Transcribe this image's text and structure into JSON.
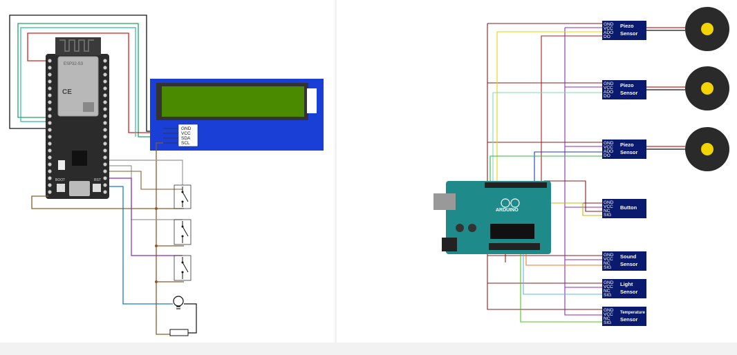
{
  "left_diagram": {
    "lcd_pins": [
      "GND",
      "VCC",
      "SDA",
      "SCL"
    ],
    "esp_chip_label": "ESP32-S3",
    "ce_mark": "CE",
    "boot_label": "BOOT",
    "rst_label": "RST"
  },
  "right_diagram": {
    "arduino_label": "ARDUINO",
    "modules": [
      {
        "pins": [
          "GND",
          "VCC",
          "ADO",
          "DO"
        ],
        "title": "Piezo",
        "subtitle": "Sensor"
      },
      {
        "pins": [
          "GND",
          "VCC",
          "ADO",
          "DO"
        ],
        "title": "Piezo",
        "subtitle": "Sensor"
      },
      {
        "pins": [
          "GND",
          "VCC",
          "ADO",
          "DO"
        ],
        "title": "Piezo",
        "subtitle": "Sensor"
      },
      {
        "pins": [
          "GND",
          "VCC",
          "NC",
          "SIG"
        ],
        "title": "Button",
        "subtitle": ""
      },
      {
        "pins": [
          "GND",
          "VCC",
          "NC",
          "SIG"
        ],
        "title": "Sound",
        "subtitle": "Sensor"
      },
      {
        "pins": [
          "GND",
          "VCC",
          "NC",
          "SIG"
        ],
        "title": "Light",
        "subtitle": "Sensor"
      },
      {
        "pins": [
          "GND",
          "VCC",
          "NC",
          "SIG"
        ],
        "title": "Temperature",
        "subtitle": "Sensor"
      }
    ]
  },
  "colors": {
    "lcd_frame": "#1a3fd6",
    "lcd_screen": "#4a8a00",
    "module_box": "#0a1a6e",
    "arduino_board": "#1f8a8a",
    "esp_board": "#2b2b2b",
    "piezo_disc": "#2a2a2a",
    "piezo_center": "#f2d500"
  }
}
